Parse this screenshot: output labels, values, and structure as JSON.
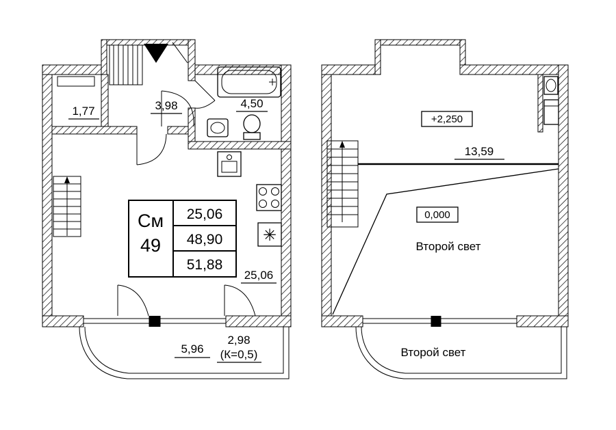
{
  "colors": {
    "ink": "#000000",
    "paper": "#ffffff"
  },
  "icons": {
    "snowflake": "✳"
  },
  "floor1": {
    "rooms": {
      "storage": {
        "area": "1,77"
      },
      "hall": {
        "area": "3,98"
      },
      "bathroom": {
        "area": "4,50"
      },
      "living": {
        "area": "25,06"
      }
    },
    "stat_table": {
      "type": "См",
      "number": "49",
      "living_area": "25,06",
      "area": "48,90",
      "total_area": "51,88"
    },
    "balcony": {
      "length": "5,96",
      "area": "2,98",
      "coefficient": "(К=0,5)"
    }
  },
  "floor2": {
    "level_upper": "+2,250",
    "mezzanine_area": "13,59",
    "level_zero": "0,000",
    "void": "Второй свет",
    "balcony_void": "Второй свет"
  }
}
